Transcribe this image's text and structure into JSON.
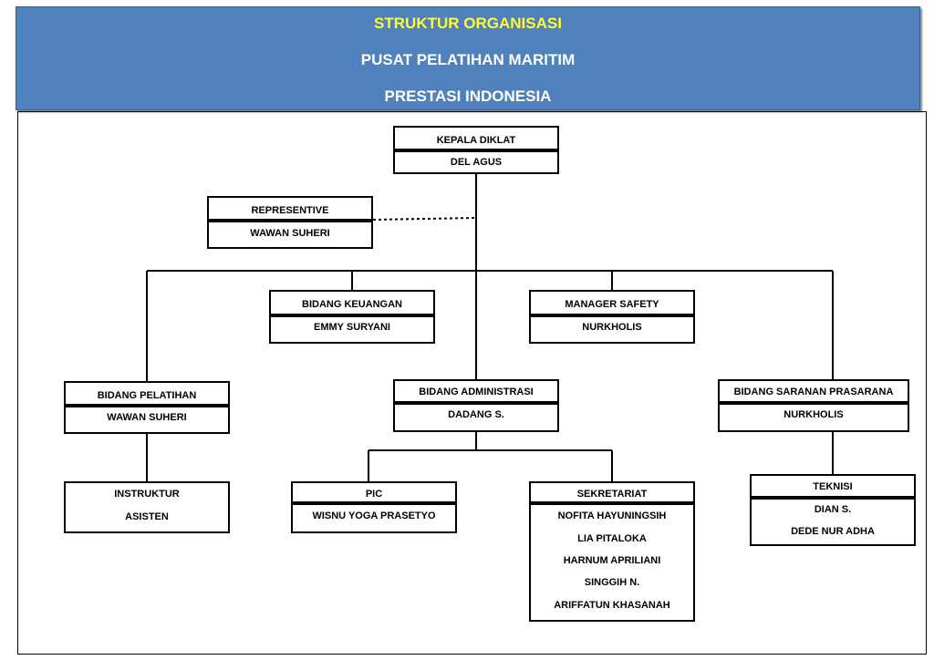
{
  "header": {
    "title": "STRUKTUR ORGANISASI",
    "line2": "PUSAT PELATIHAN MARITIM",
    "line3": "PRESTASI INDONESIA"
  },
  "nodes": {
    "kepala": {
      "role": "KEPALA DIKLAT",
      "name": "DEL AGUS"
    },
    "representive": {
      "role": "REPRESENTIVE",
      "name": "WAWAN SUHERI"
    },
    "keuangan": {
      "role": "BIDANG KEUANGAN",
      "name": "EMMY SURYANI"
    },
    "safety": {
      "role": "MANAGER SAFETY",
      "name": "NURKHOLIS"
    },
    "pelatihan": {
      "role": "BIDANG PELATIHAN",
      "name": "WAWAN SUHERI"
    },
    "administrasi": {
      "role": "BIDANG ADMINISTRASI",
      "name": "DADANG S."
    },
    "sarana": {
      "role": "BIDANG SARANAN PRASARANA",
      "name": "NURKHOLIS"
    },
    "instruktur": {
      "line1": "INSTRUKTUR",
      "line2": "ASISTEN"
    },
    "pic": {
      "role": "PIC",
      "name": "WISNU YOGA PRASETYO"
    },
    "sekretariat": {
      "role": "SEKRETARIAT",
      "members": [
        "NOFITA HAYUNINGSIH",
        "LIA PITALOKA",
        "HARNUM APRILIANI",
        "SINGGIH N.",
        "ARIFFATUN KHASANAH"
      ]
    },
    "teknisi": {
      "role": "TEKNISI",
      "members": [
        "DIAN S.",
        "DEDE NUR ADHA"
      ]
    }
  }
}
